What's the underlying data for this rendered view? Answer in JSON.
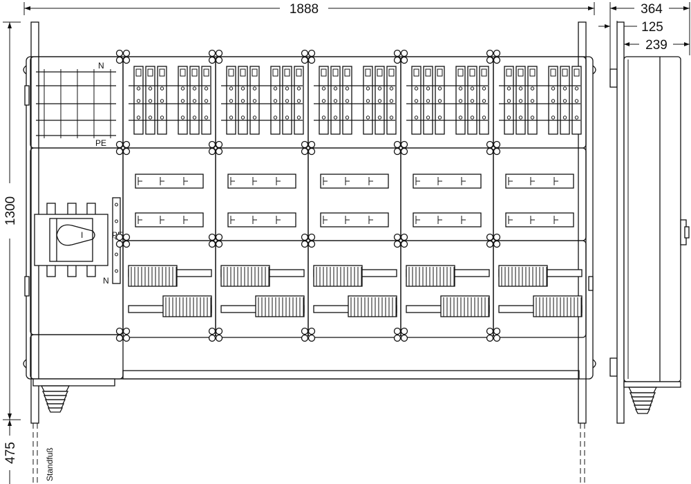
{
  "dimensions": {
    "overall_width": "1888",
    "overall_height": "1300",
    "foot_height": "475",
    "side_depth": "364",
    "side_offset": "125",
    "side_body_depth": "239"
  },
  "labels": {
    "neutral_top": "N",
    "pe_top": "PE",
    "pe_switch": "PE",
    "neutral_switch": "N",
    "switch_position": "I",
    "foot_label": "Standfuß"
  },
  "layout_info": {
    "bus_modules": 5,
    "fuse_modules": 5,
    "terminal_modules": 5
  }
}
